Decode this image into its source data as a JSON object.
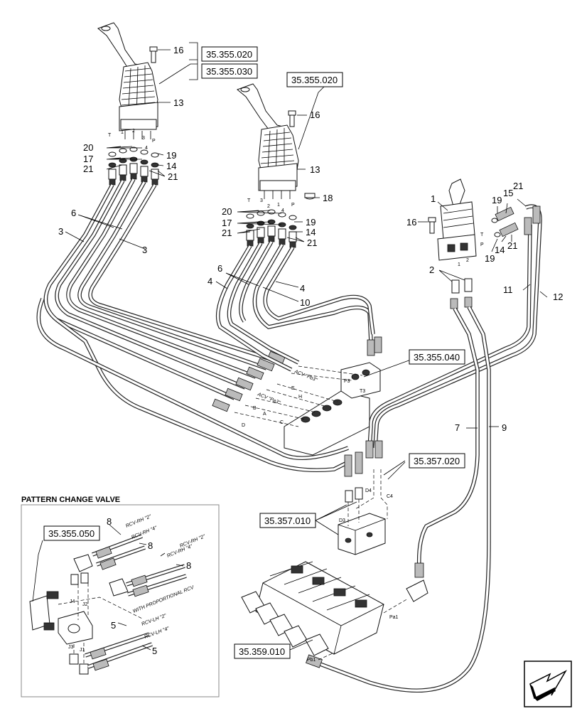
{
  "callouts": {
    "c16a": "16",
    "c13a": "13",
    "c20a": "20",
    "c17a": "17",
    "c21a": "21",
    "c19a": "19",
    "c14a": "14",
    "c21b": "21",
    "c6a": "6",
    "c3a": "3",
    "c3b": "3",
    "c16b": "16",
    "c13b": "13",
    "c18": "18",
    "c20b": "20",
    "c17b": "17",
    "c21c": "21",
    "c19b": "19",
    "c14b": "14",
    "c21d": "21",
    "c6b": "6",
    "c4a": "4",
    "c4b": "4",
    "c10": "10",
    "c1": "1",
    "c16c": "16",
    "c19c": "19",
    "c15": "15",
    "c21e": "21",
    "c14c": "14",
    "c21f": "21",
    "c19d": "19",
    "c2": "2",
    "c11": "11",
    "c12": "12",
    "c7": "7",
    "c9": "9",
    "c8a": "8",
    "c8b": "8",
    "c8c": "8",
    "c5a": "5",
    "c5b": "5"
  },
  "refs": {
    "r1": "35.355.020",
    "r2": "35.355.030",
    "r3": "35.355.020",
    "r4": "35.355.040",
    "r5": "35.357.020",
    "r6": "35.357.010",
    "r7": "35.359.010",
    "r8": "35.355.050"
  },
  "inset": {
    "title": "PATTERN CHANGE VALVE",
    "note": "WITH PROPORTIONAL RCV",
    "hose_labels": [
      "RCV-RH \"2\"",
      "RCV-RH \"4\"",
      "RCV-RH \"4\"",
      "RCV-RH \"2\"",
      "RCV-LH \"2\"",
      "RCV-LH \"4\""
    ],
    "ports": [
      "J4",
      "J2",
      "J3",
      "J1"
    ]
  },
  "ports": {
    "left_joystick": [
      "T",
      "1",
      "2",
      "3",
      "4",
      "P"
    ],
    "right_joystick": [
      "T",
      "3",
      "2",
      "1",
      "4",
      "P"
    ],
    "pilot": [
      "T",
      "1",
      "2",
      "P"
    ],
    "manifold": [
      "P3",
      "T3",
      "H",
      "E",
      "B",
      "A",
      "D",
      "C"
    ],
    "valve": [
      "D4",
      "C4",
      "D3"
    ],
    "main_valve": [
      "Pa1",
      "Pb1"
    ]
  },
  "hose_tags": [
    "ACV \"Pb3\"",
    "ACV \"Pa3\""
  ]
}
